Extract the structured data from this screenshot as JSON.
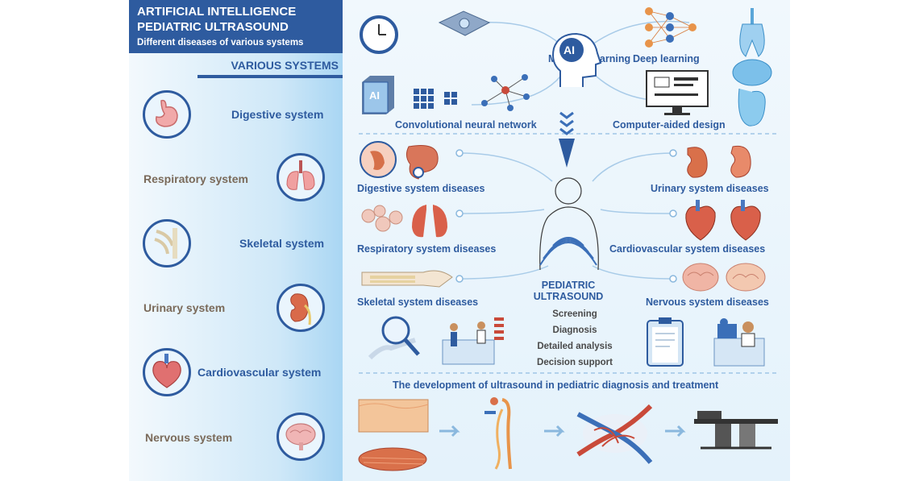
{
  "header": {
    "line1": "ARTIFICIAL INTELLIGENCE",
    "line2": "PEDIATRIC ULTRASOUND",
    "line3": "Different diseases of various systems"
  },
  "sidebar": {
    "title": "VARIOUS SYSTEMS",
    "items": [
      {
        "label": "Digestive system"
      },
      {
        "label": "Respiratory system"
      },
      {
        "label": "Skeletal system"
      },
      {
        "label": "Urinary system"
      },
      {
        "label": "Cardiovascular system"
      },
      {
        "label": "Nervous system"
      }
    ]
  },
  "ai_section": {
    "ai_badge": "AI",
    "chip_label": "AI",
    "machine_learning": "Machine learning",
    "deep_learning": "Deep learning",
    "cnn": "Convolutional neural network",
    "cad": "Computer-aided design"
  },
  "diseases": {
    "digestive": "Digestive system diseases",
    "respiratory": "Respiratory system diseases",
    "skeletal": "Skeletal system diseases",
    "urinary": "Urinary system diseases",
    "cardiovascular": "Cardiovascular system diseases",
    "nervous": "Nervous system diseases"
  },
  "center": {
    "title1": "PEDIATRIC",
    "title2": "ULTRASOUND",
    "steps": [
      "Screening",
      "Diagnosis",
      "Detailed analysis",
      "Decision support"
    ]
  },
  "development": {
    "title": "The development of ultrasound in pediatric diagnosis and treatment"
  },
  "colors": {
    "primary_blue": "#2e5b9f",
    "gray_text": "#7a6a5a",
    "organ_pink": "#e98f8f",
    "organ_red": "#c94a3a"
  }
}
